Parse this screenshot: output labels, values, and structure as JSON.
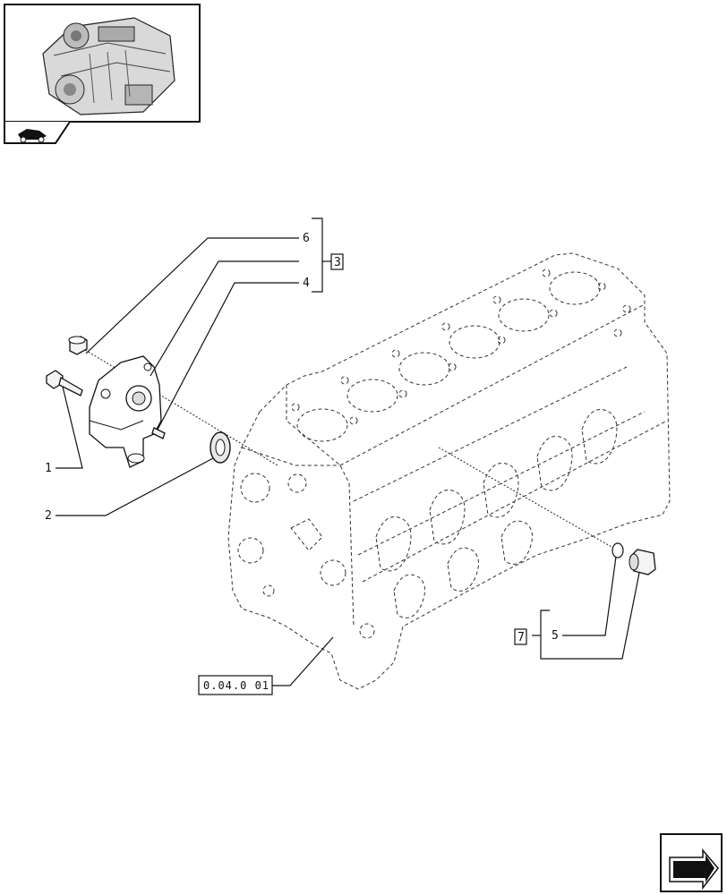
{
  "thumbnail": {
    "icon": "engine-thumbnail-icon"
  },
  "callouts": [
    {
      "id": "c1",
      "text": "1"
    },
    {
      "id": "c2",
      "text": "2"
    },
    {
      "id": "c4",
      "text": "4"
    },
    {
      "id": "c5",
      "text": "5"
    },
    {
      "id": "c6",
      "text": "6"
    }
  ],
  "boxed_callouts": [
    {
      "id": "b3",
      "text": "3"
    },
    {
      "id": "b7",
      "text": "7"
    }
  ],
  "reference": {
    "text": "0.04.0 01"
  },
  "nav": {
    "back_icon": "tractor-nav-icon",
    "next_icon": "next-page-arrow-icon"
  }
}
